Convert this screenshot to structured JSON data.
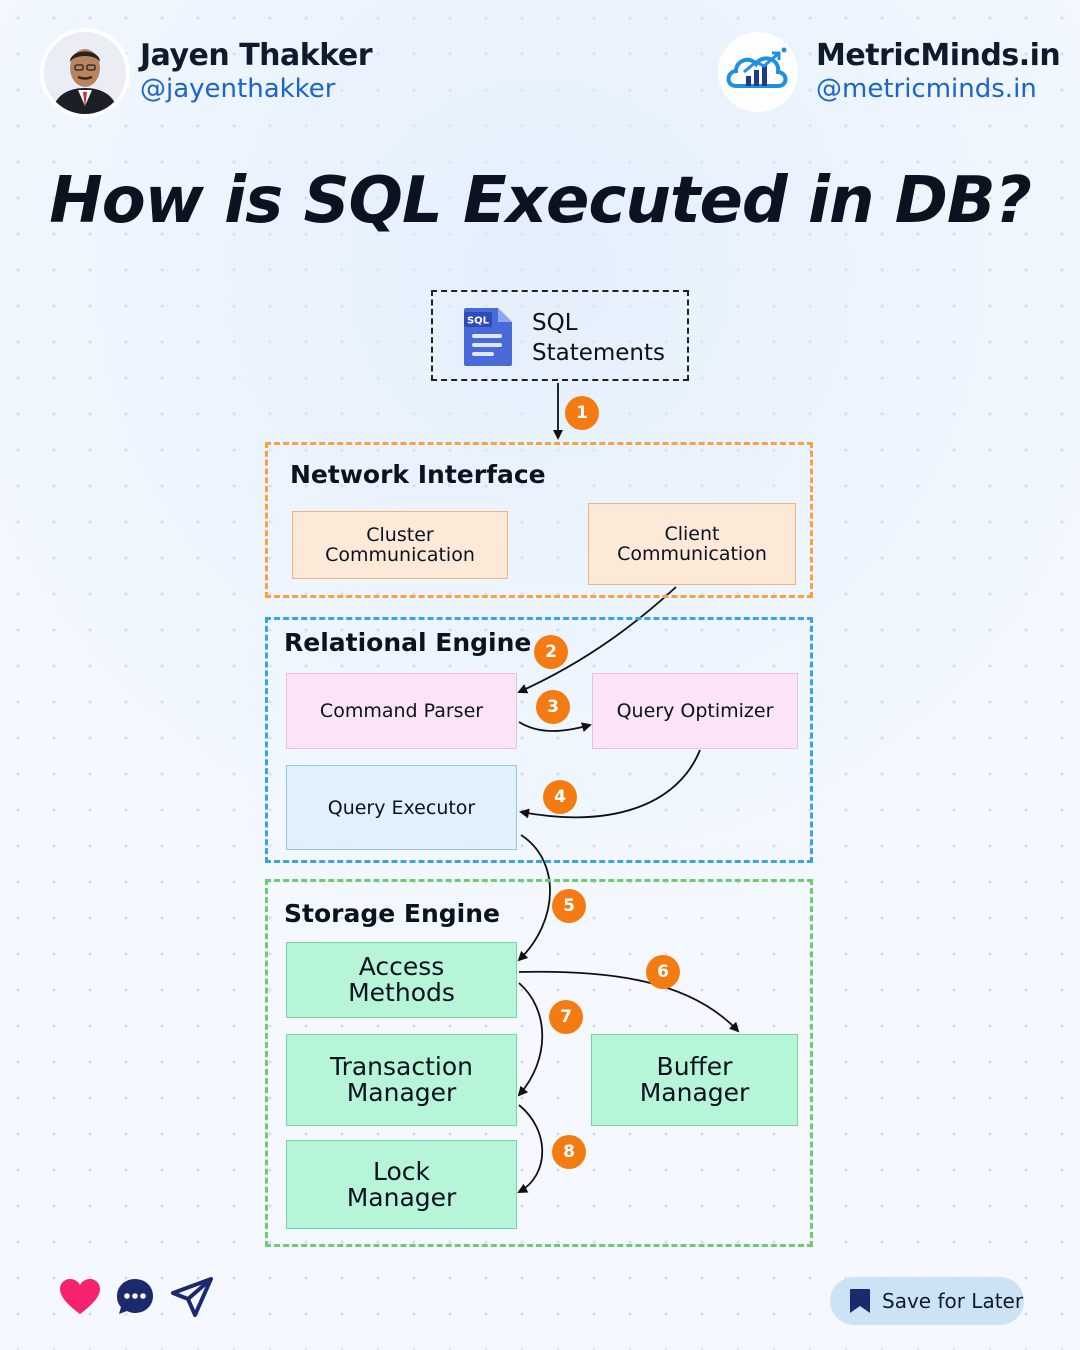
{
  "header": {
    "author_name": "Jayen Thakker",
    "author_handle": "@jayenthakker",
    "brand_name": "MetricMinds.in",
    "brand_handle": "@metricminds.in",
    "avatar_icon": "person-photo",
    "brand_logo_icon": "cloud-chart-logo"
  },
  "title": "How is SQL Executed in DB?",
  "diagram": {
    "input": {
      "icon": "sql-file-icon",
      "icon_text": "SQL",
      "label": "SQL\nStatements"
    },
    "sections": {
      "network": {
        "title": "Network Interface",
        "cluster": "Cluster\nCommunication",
        "client": "Client\nCommunication"
      },
      "relational": {
        "title": "Relational Engine",
        "parser": "Command Parser",
        "optimizer": "Query Optimizer",
        "executor": "Query Executor"
      },
      "storage": {
        "title": "Storage Engine",
        "access": "Access\nMethods",
        "transaction": "Transaction\nManager",
        "buffer": "Buffer\nManager",
        "lock": "Lock\nManager"
      }
    },
    "steps": [
      "1",
      "2",
      "3",
      "4",
      "5",
      "6",
      "7",
      "8"
    ]
  },
  "footer": {
    "like_icon": "heart-icon",
    "comment_icon": "comment-icon",
    "share_icon": "send-icon",
    "save_icon": "bookmark-icon",
    "save_label": "Save for Later"
  },
  "colors": {
    "network": "#f4a340",
    "relational": "#3aa4e3",
    "storage": "#6dcb72",
    "step_badge": "#f47b12",
    "handle": "#1d64c9"
  }
}
